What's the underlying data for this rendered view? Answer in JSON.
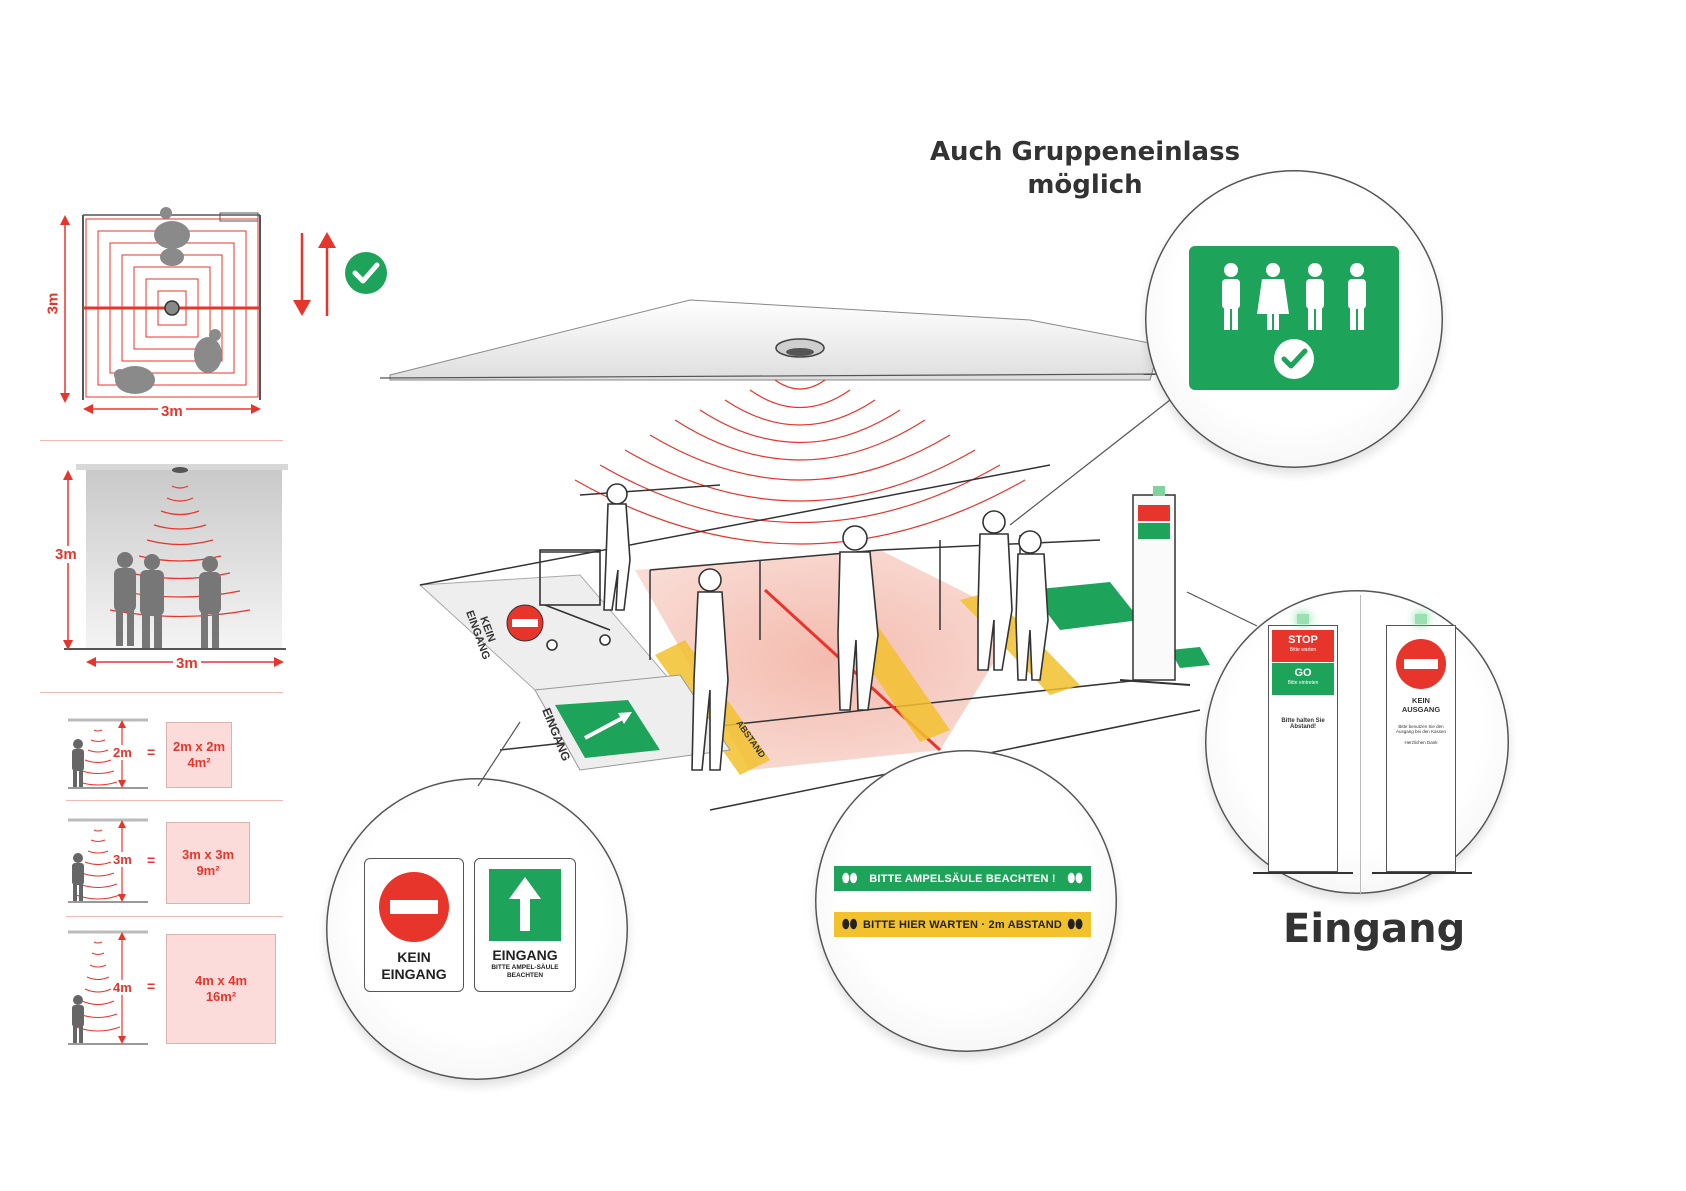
{
  "headline": {
    "line1": "Auch Gruppeneinlass",
    "line2": "möglich"
  },
  "top_view": {
    "height_label": "3m",
    "width_label": "3m"
  },
  "side_view": {
    "height_label": "3m",
    "width_label": "3m"
  },
  "coverage_rows": [
    {
      "height": "2m",
      "equals": "=",
      "area_line1": "2m x 2m",
      "area_line2": "4m²"
    },
    {
      "height": "3m",
      "equals": "=",
      "area_line1": "3m x 3m",
      "area_line2": "9m²"
    },
    {
      "height": "4m",
      "equals": "=",
      "area_line1": "4m x 4m",
      "area_line2": "16m²"
    }
  ],
  "floor_signs": {
    "kein_eingang": {
      "line1": "KEIN",
      "line2": "EINGANG"
    },
    "eingang": {
      "title": "EINGANG",
      "sub1": "BITTE AMPEL-SÄULE",
      "sub2": "BEACHTEN"
    }
  },
  "floor_strips": {
    "green": "BITTE AMPELSÄULE BEACHTEN !",
    "yellow": "BITTE HIER WARTEN · 2m ABSTAND"
  },
  "pillars": {
    "left": {
      "stop": "STOP",
      "stop_sub": "Bitte warten",
      "go": "GO",
      "go_sub": "Bitte eintreten",
      "notice": "Bitte halten Sie Abstand!"
    },
    "right": {
      "title_line1": "KEIN",
      "title_line2": "AUSGANG",
      "notice": "Bitte benutzen Sie den Ausgang bei den Kassen",
      "thanks": "Herzlichen Dank"
    },
    "caption": "Eingang"
  },
  "scene_floor_text": {
    "kein": "KEIN",
    "eingang": "EINGANG",
    "abstand": "ABSTAND"
  },
  "colors": {
    "red": "#e8352b",
    "green": "#1ea35a",
    "yellow": "#f2c12e",
    "area_fill": "#fbdcda"
  },
  "icons": [
    "check-circle-icon",
    "arrow-up-down-icon",
    "ceiling-sensor-icon",
    "no-entry-icon",
    "arrow-up-icon",
    "footprints-icon",
    "person-icon"
  ]
}
